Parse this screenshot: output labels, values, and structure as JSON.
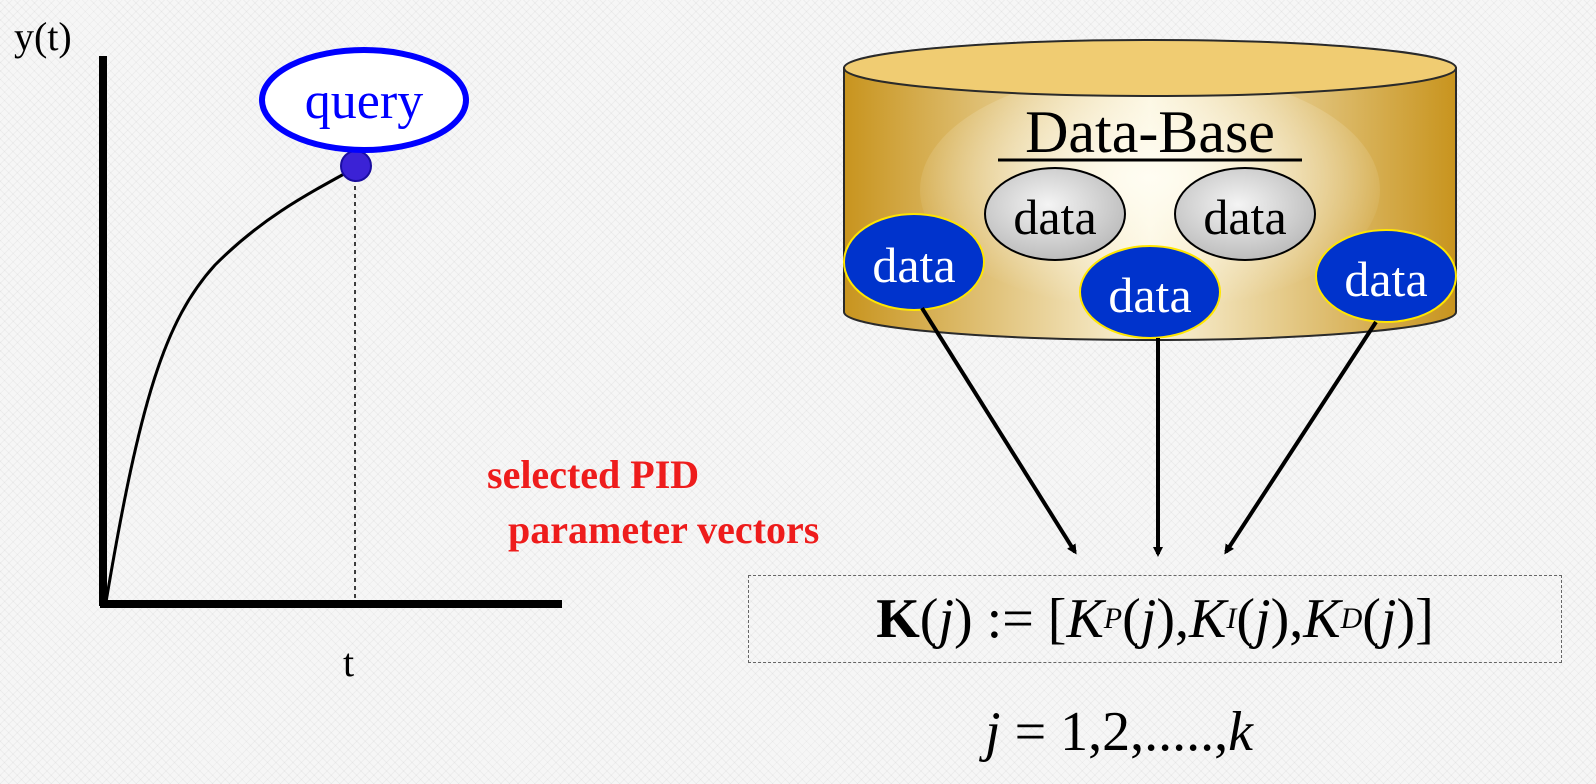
{
  "graph": {
    "y_axis_label": "y(t)",
    "x_axis_label": "t",
    "query_label": "query"
  },
  "database": {
    "title": "Data-Base",
    "items": [
      "data",
      "data",
      "data",
      "data",
      "data"
    ]
  },
  "annotation": {
    "line1": "selected PID",
    "line2": "parameter  vectors"
  },
  "formula": {
    "K": "K",
    "j": "j",
    "assign": ") := [",
    "KP": "K",
    "P": "P",
    "KI": "K",
    "I": "I",
    "KD": "K",
    "D": "D",
    "index_var": "j",
    "index_range": " = 1,2,.....,",
    "index_end": "k"
  },
  "colors": {
    "query_blue": "#0000ff",
    "data_blue": "#0033cc",
    "data_gray": "#d9d9d9",
    "db_gold": "#c89a2a",
    "label_red": "#ee1c1c"
  }
}
